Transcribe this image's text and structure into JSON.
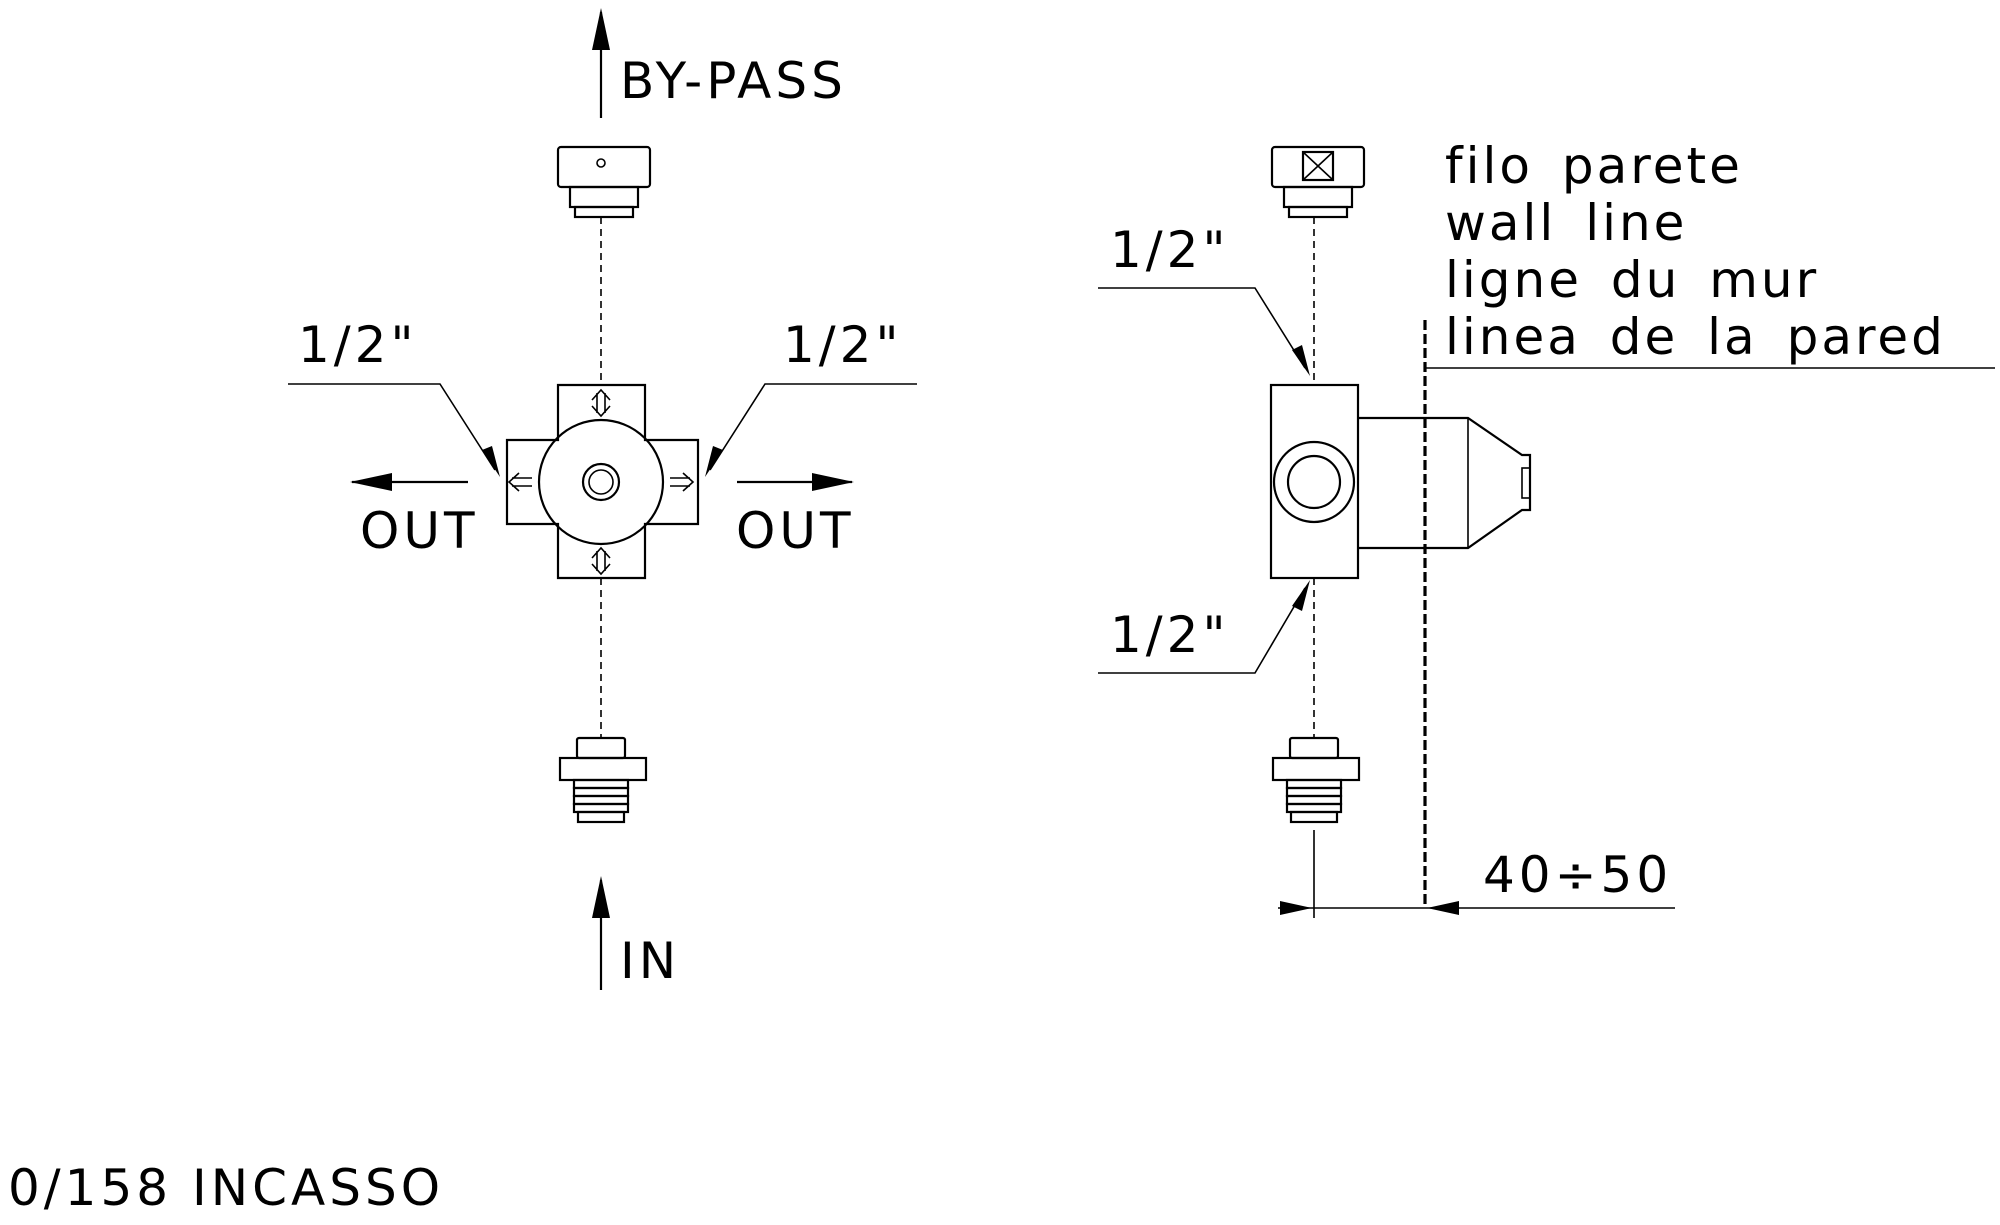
{
  "labels": {
    "bypass": "BY-PASS",
    "out_left": "OUT",
    "out_right": "OUT",
    "in": "IN",
    "size_top_left": "1/2\"",
    "size_top_right": "1/2\"",
    "size_side_top": "1/2\"",
    "size_side_bottom": "1/2\"",
    "dimension": "40÷50",
    "title": "0/158 INCASSO"
  },
  "wall_line": [
    "filo parete",
    "wall line",
    "ligne du mur",
    "linea de la pared"
  ]
}
